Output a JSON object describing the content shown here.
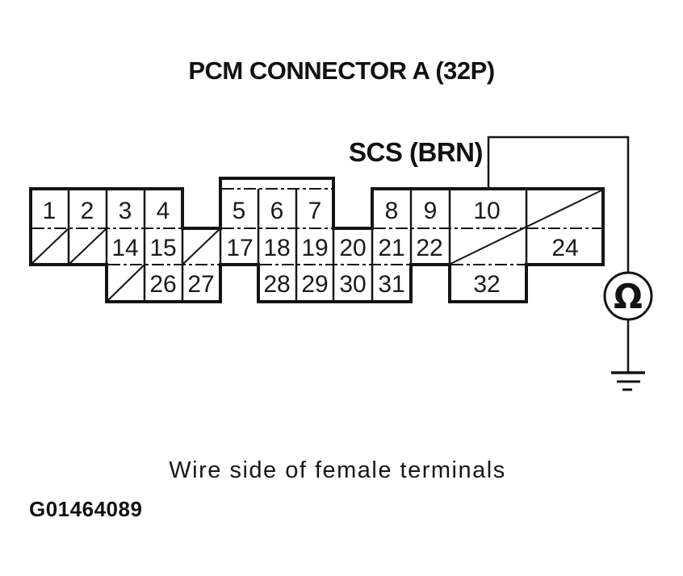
{
  "title": "PCM CONNECTOR A (32P)",
  "wire": {
    "label": "SCS (BRN)",
    "tests_pin": "10"
  },
  "meter": {
    "symbol": "Ω",
    "kind": "ohmmeter"
  },
  "connector": {
    "pins": {
      "row_top": [
        "1",
        "2",
        "3",
        "4",
        "5",
        "6",
        "7",
        "8",
        "9",
        "10"
      ],
      "row_middle": [
        "14",
        "15",
        "17",
        "18",
        "19",
        "20",
        "21",
        "22",
        "24"
      ],
      "row_bottom": [
        "26",
        "27",
        "28",
        "29",
        "30",
        "31",
        "32"
      ]
    }
  },
  "caption": "Wire side of female terminals",
  "doc_number": "G01464089",
  "colors": {
    "ink": "#141414",
    "paper": "#ffffff"
  }
}
